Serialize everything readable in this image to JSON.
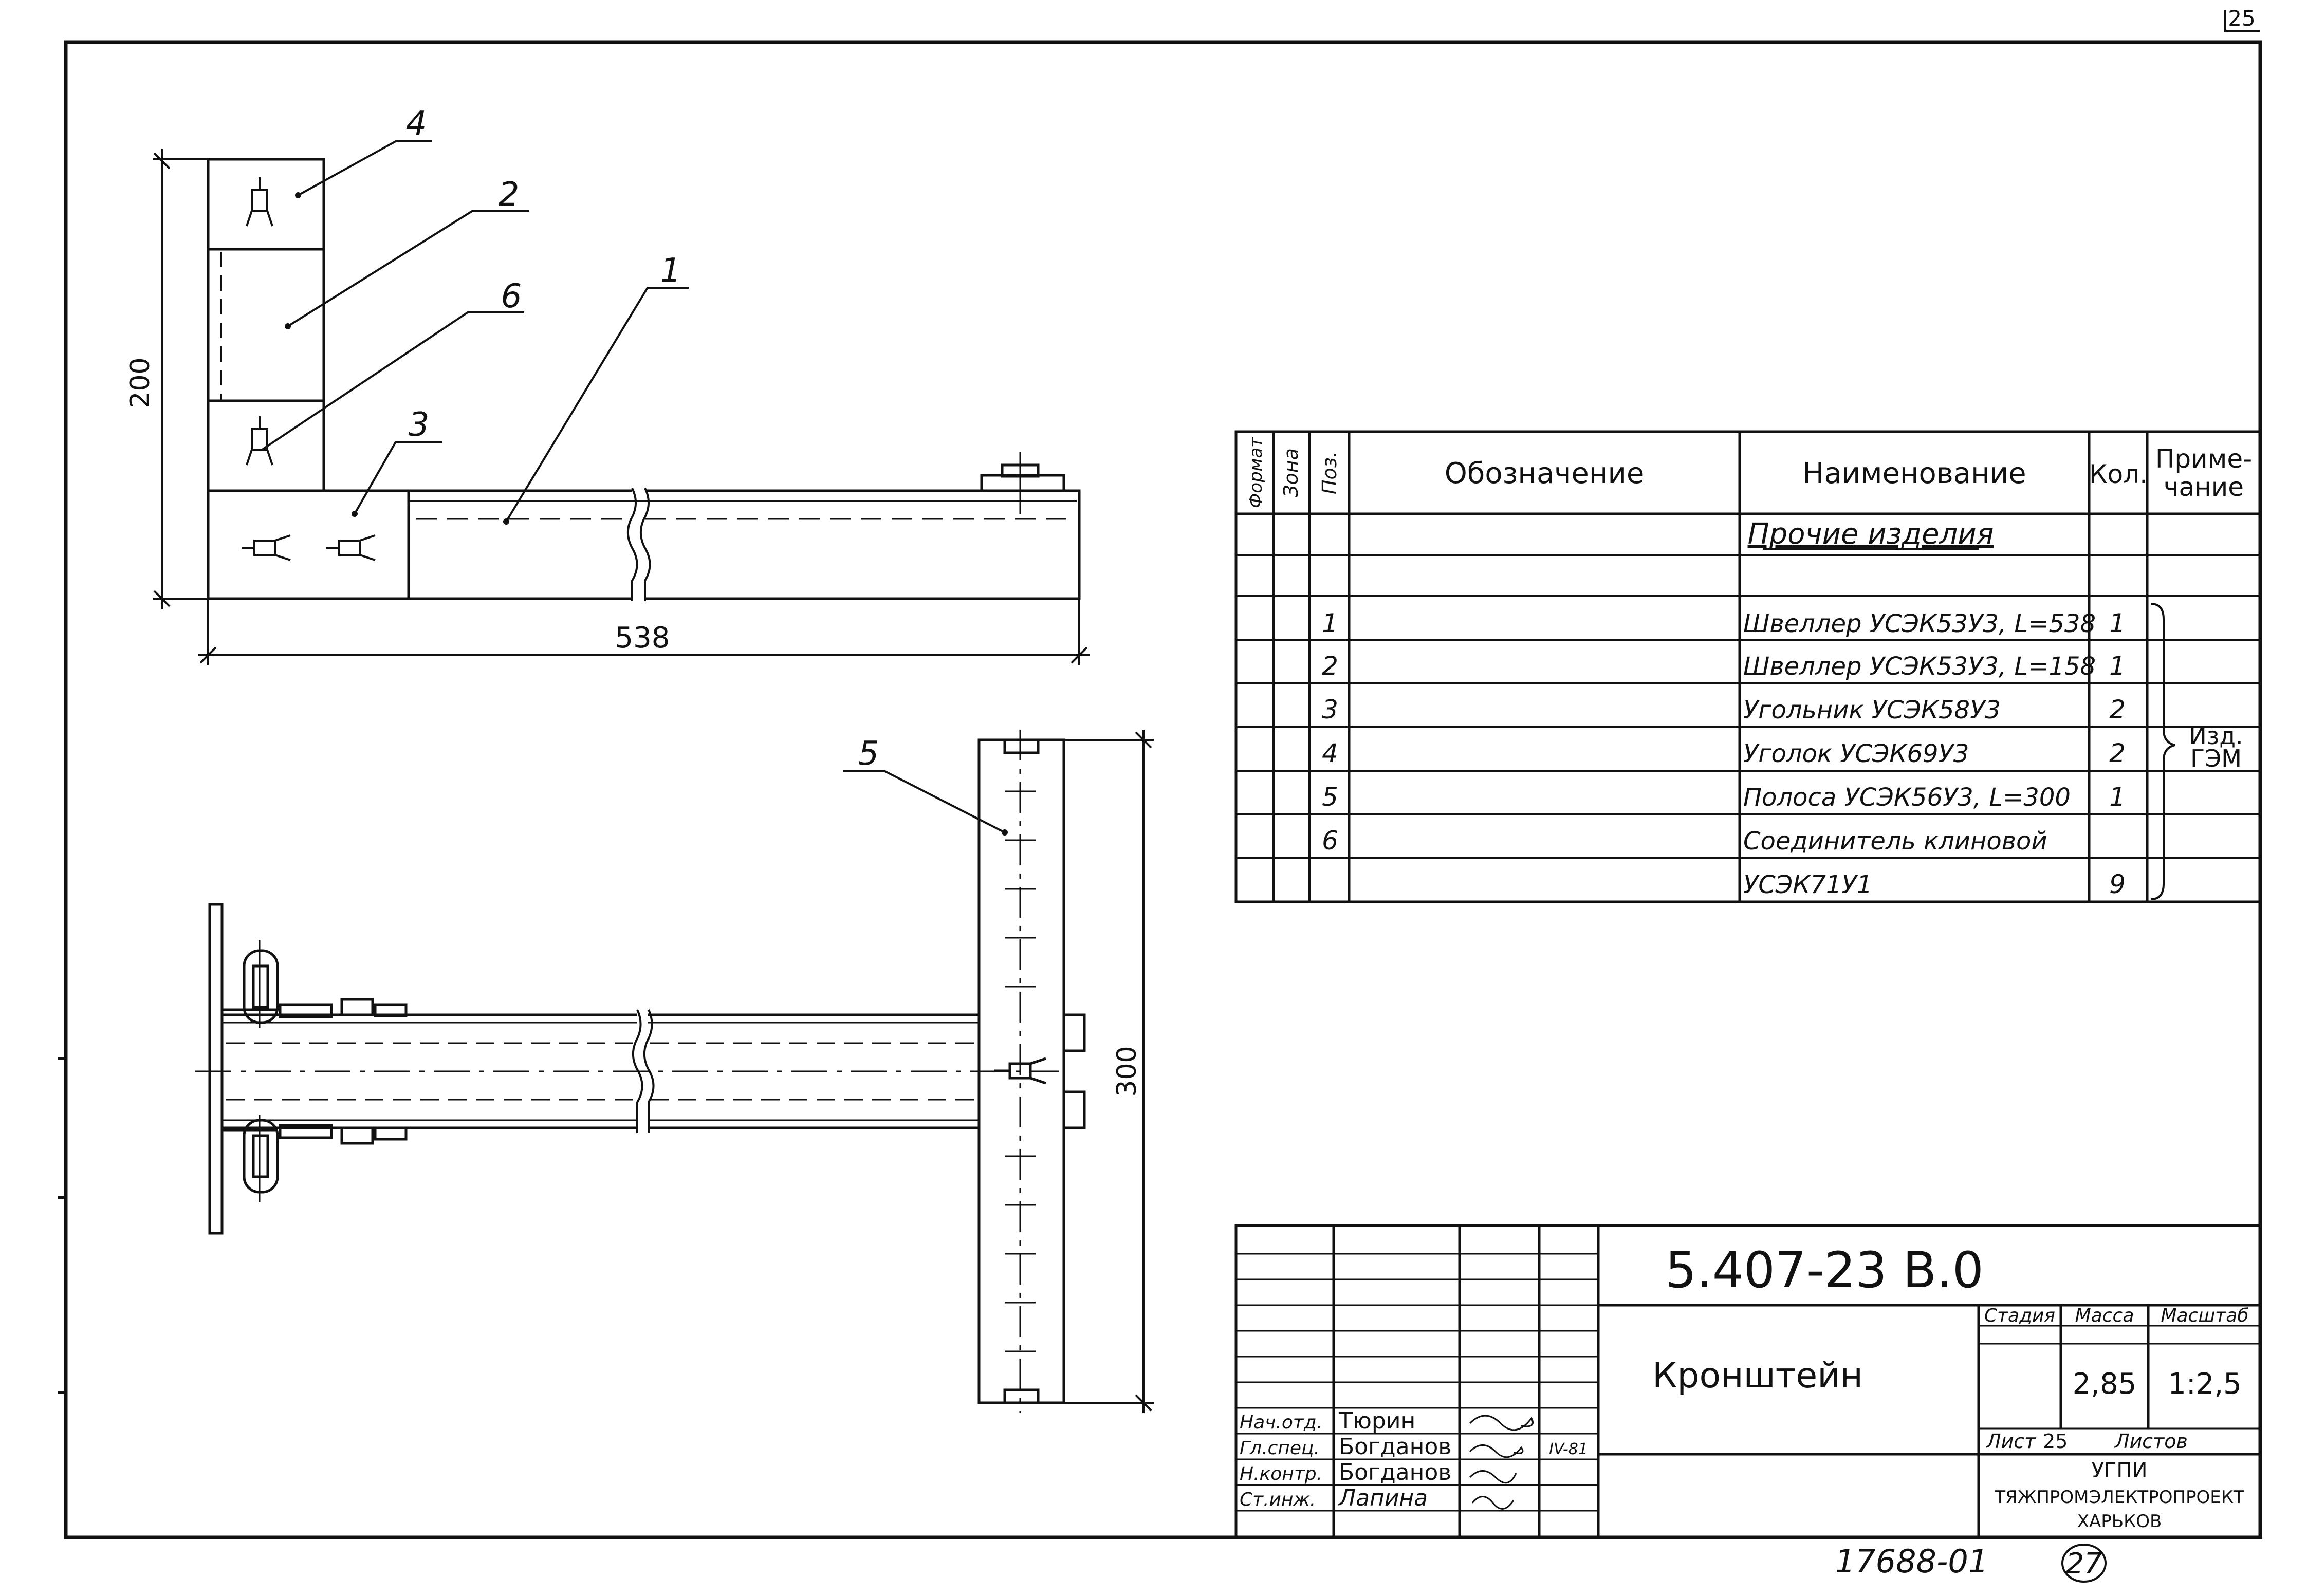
{
  "sheet_corner_mark": "25",
  "drawing": {
    "callouts": [
      "1",
      "2",
      "3",
      "4",
      "5",
      "6"
    ],
    "dim_height": "200",
    "dim_length": "538",
    "dim_strip": "300"
  },
  "spec": {
    "headers": {
      "format": "Формат",
      "zone": "Зона",
      "pos": "Поз.",
      "designation": "Обозначение",
      "name": "Наименование",
      "qty": "Кол.",
      "note_line1": "Приме-",
      "note_line2": "чание"
    },
    "section_title": "Прочие изделия",
    "rows": [
      {
        "pos": "1",
        "name": "Швеллер УСЭК53У3, L=538",
        "qty": "1"
      },
      {
        "pos": "2",
        "name": "Швеллер УСЭК53У3, L=158",
        "qty": "1"
      },
      {
        "pos": "3",
        "name": "Угольник УСЭК58У3",
        "qty": "2"
      },
      {
        "pos": "4",
        "name": "Уголок УСЭК69У3",
        "qty": "2"
      },
      {
        "pos": "5",
        "name": "Полоса УСЭК56У3, L=300",
        "qty": "1"
      },
      {
        "pos": "6",
        "name": "Соединитель клиновой",
        "qty": ""
      },
      {
        "pos": "",
        "name": "УСЭК71У1",
        "qty": "9"
      }
    ],
    "note_line1": "Изд.",
    "note_line2": "ГЭМ"
  },
  "title_block": {
    "doc_code": "5.407-23 В.0",
    "product_name": "Кронштейн",
    "stage_label": "Стадия",
    "mass_label": "Масса",
    "scale_label": "Масштаб",
    "mass_value": "2,85",
    "scale_value": "1:2,5",
    "sheet_label": "Лист",
    "sheet_value": "25",
    "sheets_label": "Листов",
    "org_line1": "УГПИ",
    "org_line2": "ТЯЖПРОМЭЛЕКТРОПРОЕКТ",
    "org_line3": "ХАРЬКОВ",
    "date": "IV-81",
    "signers": [
      {
        "role": "Нач.отд.",
        "name": "Тюрин"
      },
      {
        "role": "Гл.спец.",
        "name": "Богданов"
      },
      {
        "role": "Н.контр.",
        "name": "Богданов"
      },
      {
        "role": "Ст.инж.",
        "name": "Лапина"
      }
    ]
  },
  "archive_number": "17688-01",
  "page_number": "27"
}
